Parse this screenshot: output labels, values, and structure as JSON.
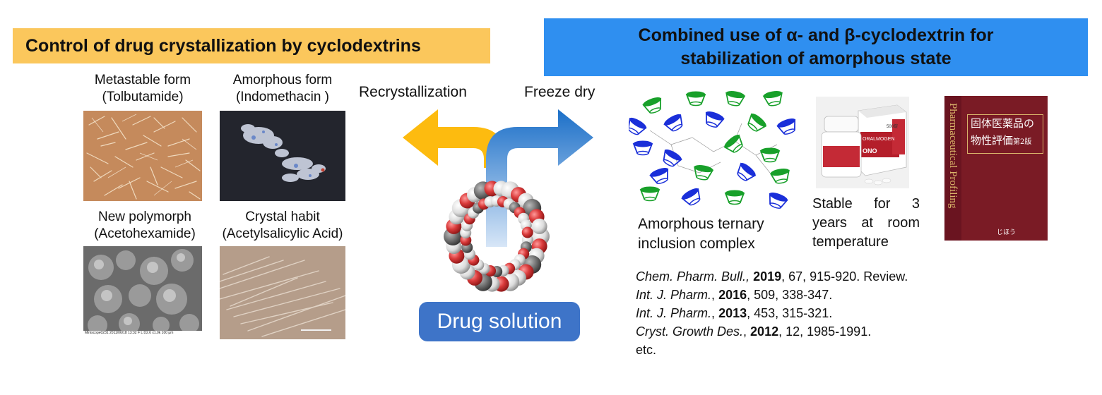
{
  "header_left": {
    "title": "Control of drug crystallization by cyclodextrins"
  },
  "header_right": {
    "line1": "Combined use of α- and β-cyclodextrin for",
    "line2": "stabilization of amorphous state"
  },
  "forms": [
    {
      "line1": "Metastable form",
      "line2": "(Tolbutamide)"
    },
    {
      "line1": "Amorphous form",
      "line2": "(Indomethacin )"
    },
    {
      "line1": "New polymorph",
      "line2": "(Acetohexamide)"
    },
    {
      "line1": "Crystal habit",
      "line2": "(Acetylsalicylic Acid)"
    }
  ],
  "sem_caption": "Miniscope0231          2011/06/18 13:32 F L   D2.6  x1.0k   100 μm",
  "arrows": {
    "left_label": "Recrystallization",
    "right_label": "Freeze dry"
  },
  "drug_button": "Drug solution",
  "complex_caption": {
    "line1": "Amorphous ternary",
    "line2": "inclusion complex"
  },
  "stable_caption": {
    "w1": [
      "Stable",
      "for",
      "3"
    ],
    "w2": [
      "years",
      "at",
      "room"
    ],
    "line3": "temperature"
  },
  "product": {
    "box_brand": "ORALMOGEN",
    "box_amount": "500錠",
    "box_maker": "ONO"
  },
  "book": {
    "spine": "Pharmaceutical Profiling",
    "title1": "固体医薬品の",
    "title2": "物性評価",
    "edition": "第2版",
    "publisher": "じほう"
  },
  "references": [
    {
      "journal": "Chem. Pharm. Bull.,",
      "year": "2019",
      "rest": ", 67, 915-920. Review."
    },
    {
      "journal": "Int. J. Pharm.",
      "year": "2016",
      "rest": ", 509, 338-347.",
      "sep": ", "
    },
    {
      "journal": "Int. J. Pharm.",
      "year": "2013",
      "rest": ", 453, 315-321.",
      "sep": ", "
    },
    {
      "journal": "Cryst. Growth Des.",
      "year": "2012",
      "rest": ", 12, 1985-1991.",
      "sep": ", "
    }
  ],
  "etc": "etc.",
  "colors": {
    "left_header": "#fbc75c",
    "right_header": "#2f8ff0",
    "arrow_yellow": "#fdbb0f",
    "arrow_blue": "#1b6fc8",
    "button": "#3e74c8",
    "book_cover": "#7a1b25",
    "cone_blue": "#1a2fd9",
    "cone_green": "#18a02a"
  }
}
